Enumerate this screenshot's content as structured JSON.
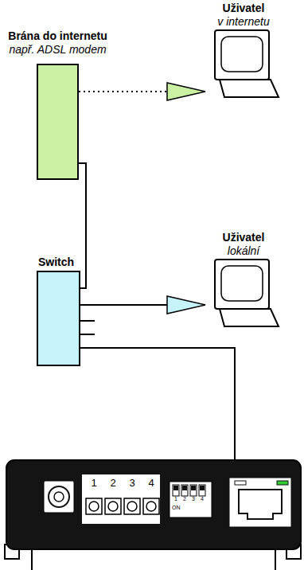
{
  "diagram": {
    "nodes": [
      {
        "text": [
          "Brána do internetu",
          "např. ADSL modem"
        ]
      },
      {
        "text": [
          "Uživatel",
          "v internetu"
        ]
      },
      {
        "text": [
          "Switch"
        ]
      },
      {
        "text": [
          "Uživatel",
          "lokální"
        ]
      },
      {
        "text": [
          "1",
          "2",
          "3",
          "4",
          "1",
          "2",
          "3",
          "4",
          "ON"
        ]
      }
    ],
    "edges": [
      {
        "from": 0,
        "to": 1,
        "arrow": "to"
      },
      {
        "from": 0,
        "to": 2,
        "arrow": "none"
      },
      {
        "from": 2,
        "to": 3,
        "arrow": "to"
      },
      {
        "from": 2,
        "to": 4,
        "arrow": "none"
      }
    ]
  }
}
